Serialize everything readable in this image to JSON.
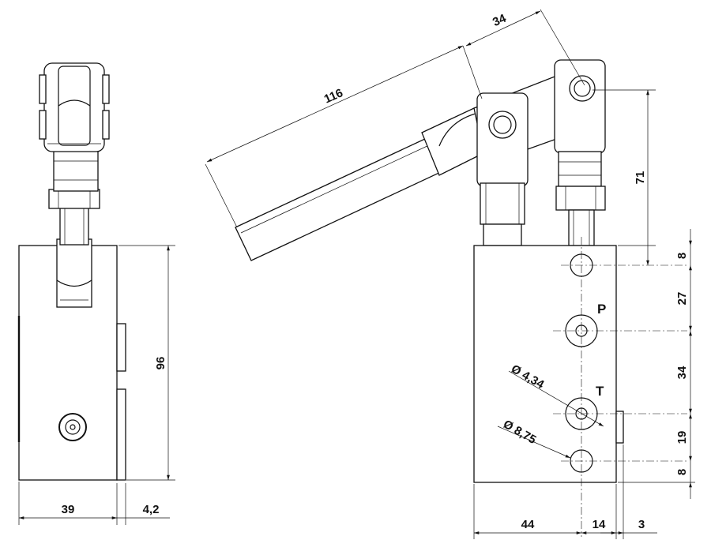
{
  "dimensions": {
    "side_height": "96",
    "side_width": "39",
    "side_offset": "4,2",
    "handle_length": "116",
    "pivot_spacing": "34",
    "pivot_height": "71",
    "right_v1": "8",
    "right_v2": "27",
    "right_v3": "34",
    "right_v4": "19",
    "right_v5": "8",
    "bottom_w1": "44",
    "bottom_w2": "14",
    "bottom_w3": "3",
    "dia_small": "Ø 4,34",
    "dia_large": "Ø 8,75"
  },
  "ports": {
    "p_label": "P",
    "t_label": "T"
  },
  "colors": {
    "line": "#111111",
    "background": "#ffffff"
  }
}
